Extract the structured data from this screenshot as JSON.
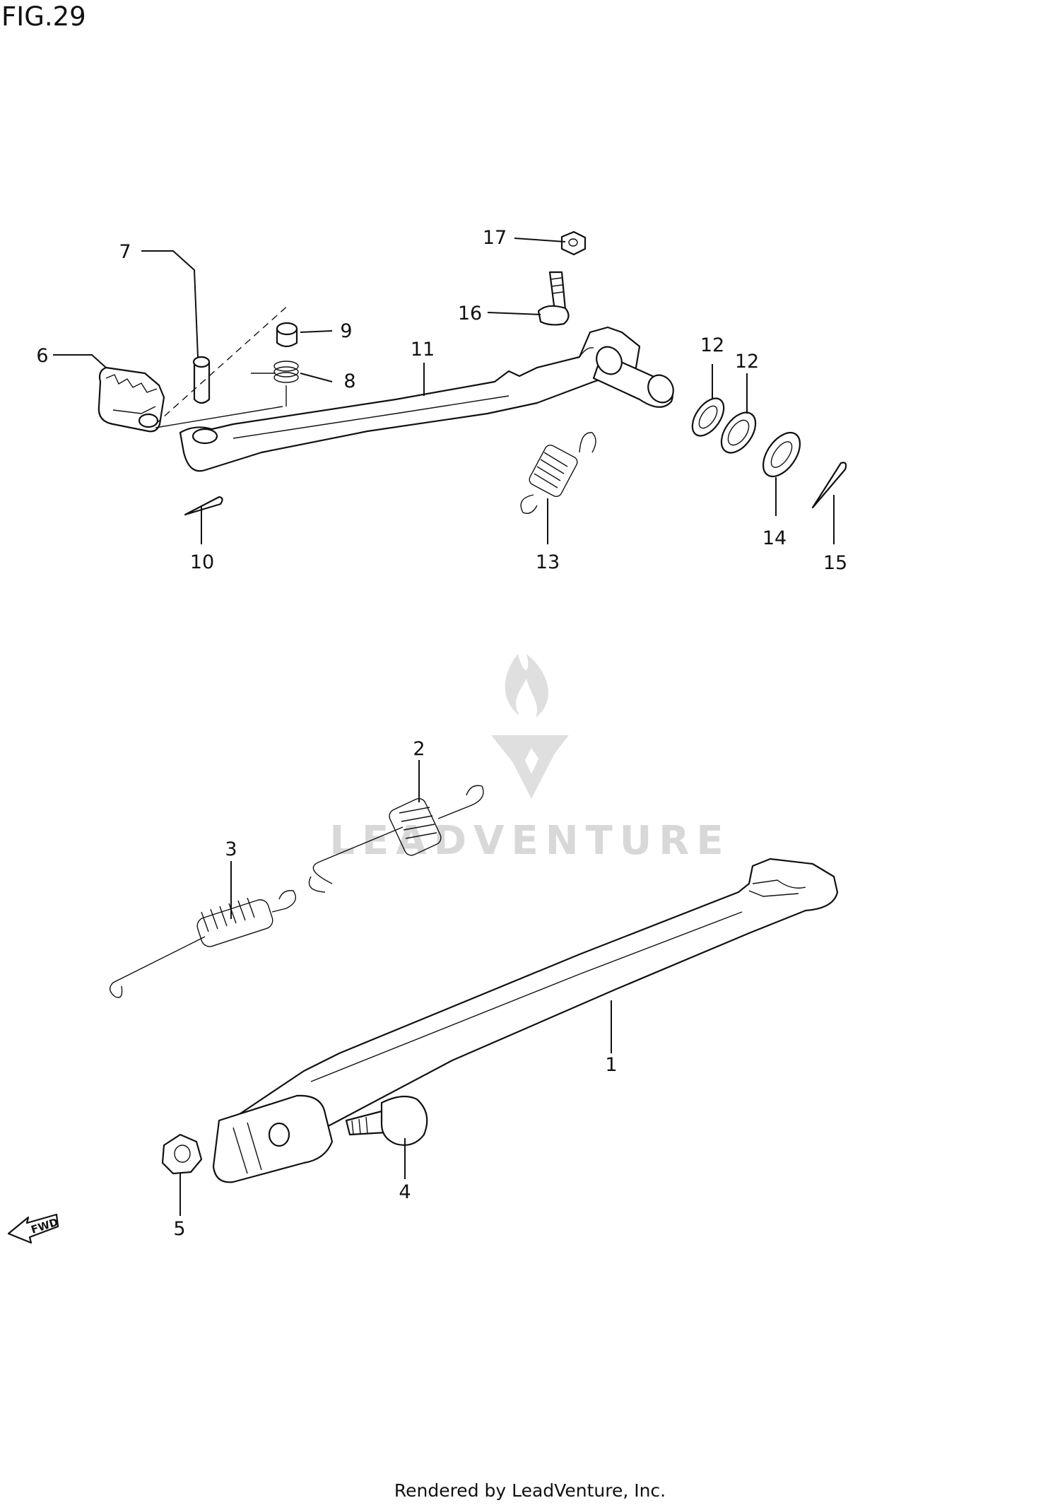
{
  "figure": {
    "title": "FIG.29"
  },
  "watermark": {
    "text": "LEADVENTURE",
    "color": "#d8d8d8"
  },
  "footer": {
    "text": "Rendered by LeadVenture, Inc."
  },
  "direction_arrow": {
    "label": "FWD"
  },
  "callouts": [
    {
      "id": "callout-1",
      "label": "1"
    },
    {
      "id": "callout-2",
      "label": "2"
    },
    {
      "id": "callout-3",
      "label": "3"
    },
    {
      "id": "callout-4",
      "label": "4"
    },
    {
      "id": "callout-5",
      "label": "5"
    },
    {
      "id": "callout-6",
      "label": "6"
    },
    {
      "id": "callout-7",
      "label": "7"
    },
    {
      "id": "callout-8",
      "label": "8"
    },
    {
      "id": "callout-9",
      "label": "9"
    },
    {
      "id": "callout-10",
      "label": "10"
    },
    {
      "id": "callout-11",
      "label": "11"
    },
    {
      "id": "callout-12a",
      "label": "12"
    },
    {
      "id": "callout-12b",
      "label": "12"
    },
    {
      "id": "callout-13",
      "label": "13"
    },
    {
      "id": "callout-14",
      "label": "14"
    },
    {
      "id": "callout-15",
      "label": "15"
    },
    {
      "id": "callout-16",
      "label": "16"
    },
    {
      "id": "callout-17",
      "label": "17"
    }
  ]
}
